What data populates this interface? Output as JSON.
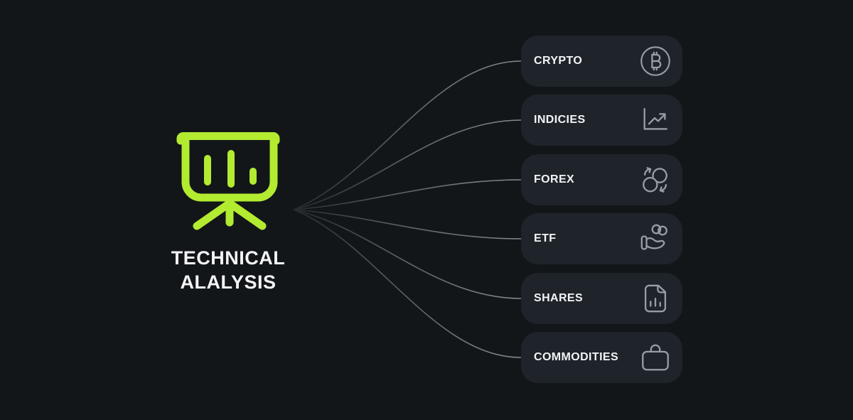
{
  "page": {
    "colors": {
      "background": "#131619",
      "card_background": "#1f242b",
      "text": "#f3f4f6",
      "icon_gray": "#979ea7",
      "accent_green": "#b2eb30",
      "line_start": "#26292e",
      "line_mid": "#555a61",
      "line_end": "#858b93"
    }
  },
  "mindmap": {
    "root": {
      "icon": "presentation-bar-chart-icon",
      "title_line1": "TECHNICAL",
      "title_line2": "ALALYSIS"
    },
    "nodes": [
      {
        "label": "CRYPTO",
        "icon": "bitcoin-icon"
      },
      {
        "label": "INDICIES",
        "icon": "chart-line-up-icon"
      },
      {
        "label": "FOREX",
        "icon": "currency-exchange-icon"
      },
      {
        "label": "ETF",
        "icon": "hand-coins-icon"
      },
      {
        "label": "SHARES",
        "icon": "document-chart-icon"
      },
      {
        "label": "COMMODITIES",
        "icon": "briefcase-icon"
      }
    ]
  }
}
